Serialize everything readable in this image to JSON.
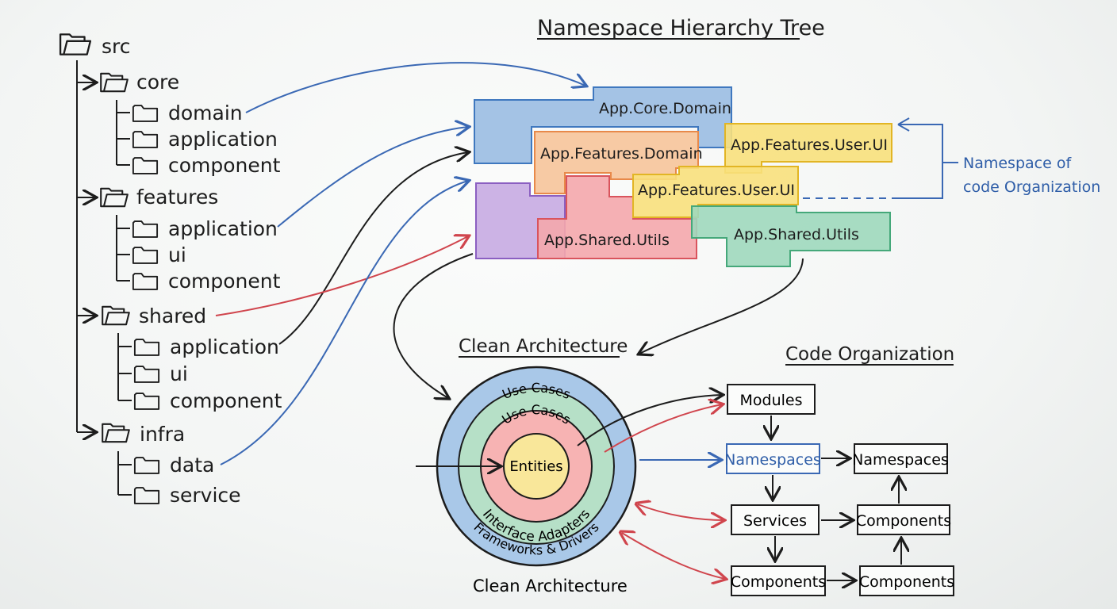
{
  "titles": {
    "tree": "Namespace Hierarchy Tree",
    "clean_architecture": "Clean Architecture",
    "code_organization": "Code Organization",
    "clean_architecture_caption": "Clean Architecture"
  },
  "folder_tree": {
    "root": "src",
    "groups": [
      {
        "name": "core",
        "children": [
          "domain",
          "application",
          "component"
        ]
      },
      {
        "name": "features",
        "children": [
          "application",
          "ui",
          "component"
        ]
      },
      {
        "name": "shared",
        "children": [
          "application",
          "ui",
          "component"
        ]
      },
      {
        "name": "infra",
        "children": [
          "data",
          "service"
        ]
      }
    ]
  },
  "namespace_blocks": {
    "core_domain": "App.Core.Domain",
    "features_domain": "App.Features.Domain",
    "features_user_ui_top": "App.Features.User.UI",
    "features_user_ui_mid": "App.Features.User.UI",
    "shared_utils_red": "App.Shared.Utils",
    "shared_utils_green": "App.Shared.Utils",
    "side_note": [
      "Namespace of",
      "code Organization"
    ]
  },
  "clean_architecture": {
    "rings": [
      "Entities",
      "Use Cases",
      "Use Cases",
      "Interface Adapters",
      "Frameworks & Drivers"
    ]
  },
  "code_organization": {
    "modules": "Modules",
    "namespaces_left": "Namespaces",
    "namespaces_right": "Namespaces",
    "services": "Services",
    "components_mid": "Components",
    "components_bottom_left": "Components",
    "components_bottom_right": "Components"
  },
  "colors": {
    "ink": "#1c1c1c",
    "blue": "#3a68b4",
    "red": "#d0454d",
    "block_blue": "#6b9ed6",
    "block_orange": "#f3b07a",
    "block_yellow": "#f5d65a",
    "block_red": "#f09097",
    "block_green": "#7ccaa5",
    "block_purple": "#b392d6"
  }
}
